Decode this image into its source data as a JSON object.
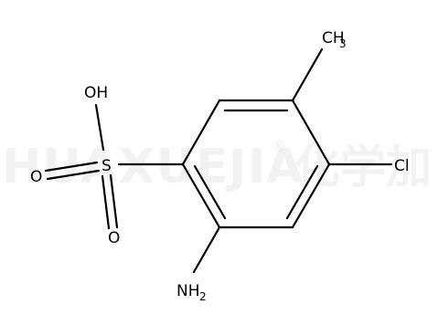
{
  "watermark": {
    "text_latin": "HUAXUEJIA",
    "registered_mark": "®",
    "text_cn": "化学加"
  },
  "atoms": {
    "oh": "OH",
    "s": "S",
    "o_left": "O",
    "o_bottom": "O",
    "cl": "Cl",
    "ch3_main": "CH",
    "ch3_sub": "3",
    "nh2_main": "NH",
    "nh2_sub": "2"
  }
}
